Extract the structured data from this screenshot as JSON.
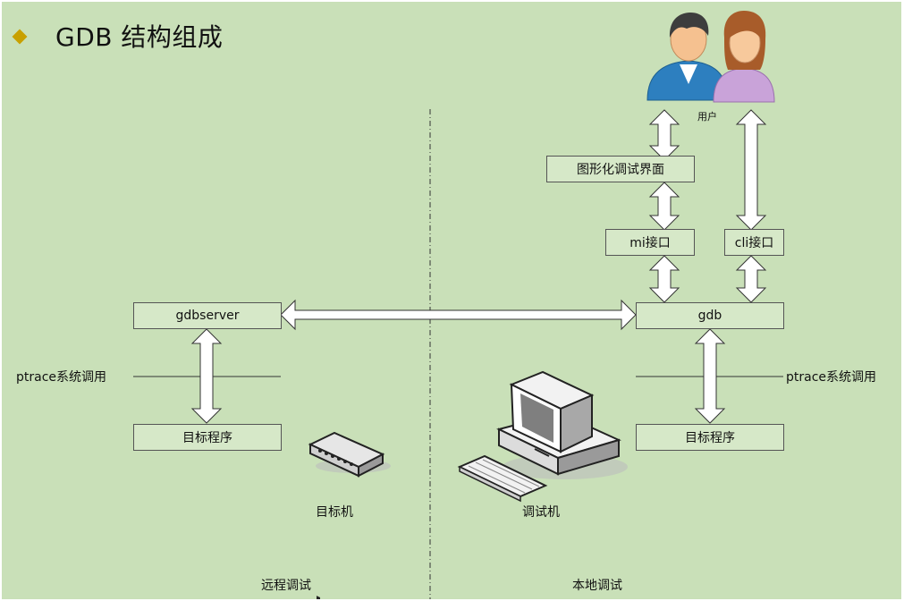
{
  "title": "GDB 结构组成",
  "user_label": "用户",
  "boxes": {
    "gui": "图形化调试界面",
    "mi": "mi接口",
    "cli": "cli接口",
    "gdb": "gdb",
    "gdbserver": "gdbserver",
    "target_program_remote": "目标程序",
    "target_program_local": "目标程序"
  },
  "ptrace_left": "ptrace系统调用",
  "ptrace_right": "ptrace系统调用",
  "target_machine": "目标机",
  "debug_machine": "调试机",
  "remote_debug": "远程调试",
  "local_debug": "本地调试",
  "colors": {
    "background": "#c9e0b8",
    "box_fill": "#d6e8c8",
    "bullet": "#c8a000",
    "man_shirt": "#2d7fbf",
    "woman_shirt": "#c9a3d9"
  }
}
